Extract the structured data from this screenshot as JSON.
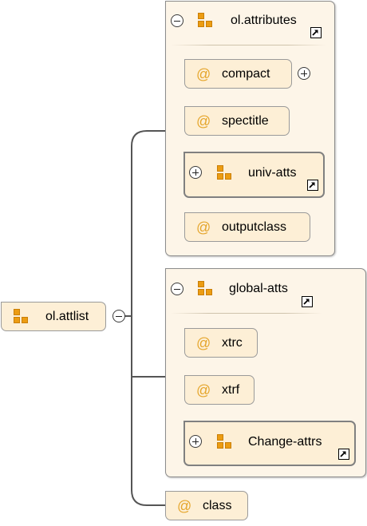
{
  "diagram": {
    "root": {
      "label": "ol.attlist"
    },
    "groups": [
      {
        "title": "ol.attributes",
        "items": [
          {
            "label": "compact",
            "symbol": "@"
          },
          {
            "label": "spectitle",
            "symbol": "@"
          },
          {
            "label": "univ-atts"
          },
          {
            "label": "outputclass",
            "symbol": "@"
          }
        ]
      },
      {
        "title": "global-atts",
        "items": [
          {
            "label": "xtrc",
            "symbol": "@"
          },
          {
            "label": "xtrf",
            "symbol": "@"
          },
          {
            "label": "Change-attrs"
          }
        ]
      }
    ],
    "standalone": {
      "label": "class",
      "symbol": "@"
    }
  },
  "colors": {
    "group_fill": "#fdf5e8",
    "node_fill": "#fdefd6",
    "attribute_symbol": "#e5a52b",
    "element_icon": "#ec9c12",
    "connector": "#555555"
  },
  "icons": {
    "element": "element-icon",
    "attribute": "attribute-at-icon",
    "collapse": "collapse-icon",
    "expand": "expand-icon",
    "reference": "reference-arrow-icon"
  }
}
